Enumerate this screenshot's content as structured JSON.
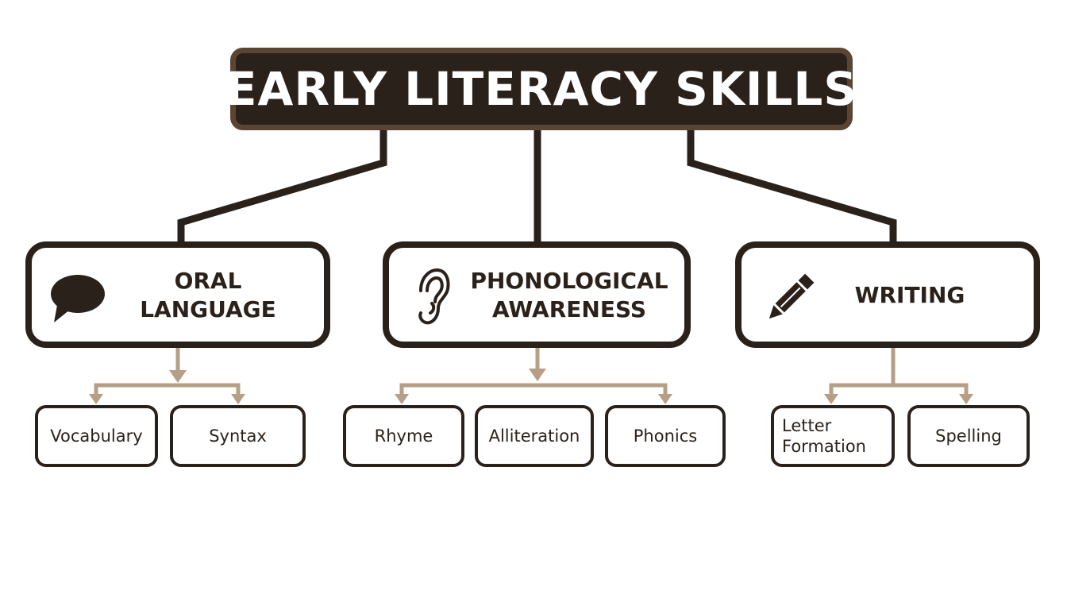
{
  "title": "EARLY LITERACY SKILLS",
  "colors": {
    "dark": "#2b211b",
    "title_border": "#5a4533",
    "connector_light": "#b59f86",
    "background": "#ffffff"
  },
  "categories": [
    {
      "icon": "speech-bubble-icon",
      "label_line1": "ORAL",
      "label_line2": "LANGUAGE",
      "children": [
        "Vocabulary",
        "Syntax"
      ]
    },
    {
      "icon": "ear-icon",
      "label_line1": "PHONOLOGICAL",
      "label_line2": "AWARENESS",
      "children": [
        "Rhyme",
        "Alliteration",
        "Phonics"
      ]
    },
    {
      "icon": "pencil-icon",
      "label_line1": "WRITING",
      "label_line2": "",
      "children": [
        "Letter Formation",
        "Spelling"
      ]
    }
  ]
}
